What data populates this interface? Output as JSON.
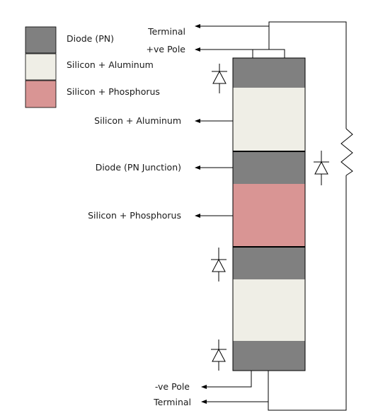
{
  "legend": [
    {
      "label": "Diode (PN)",
      "color": "#808080"
    },
    {
      "label": "Silicon + Aluminum",
      "color": "#efeee6"
    },
    {
      "label": "Silicon + Phosphorus",
      "color": "#d99594"
    }
  ],
  "labels": {
    "terminal_top": "Terminal",
    "positive_pole": "+ve Pole",
    "silicon_aluminum": "Silicon + Aluminum",
    "diode_junction": "Diode (PN Junction)",
    "silicon_phosphorus": "Silicon + Phosphorus",
    "negative_pole": "-ve Pole",
    "terminal_bottom": "Terminal"
  },
  "colors": {
    "diode": "#808080",
    "aluminum": "#efeee6",
    "phosphorus": "#d99594",
    "line": "#000000"
  }
}
